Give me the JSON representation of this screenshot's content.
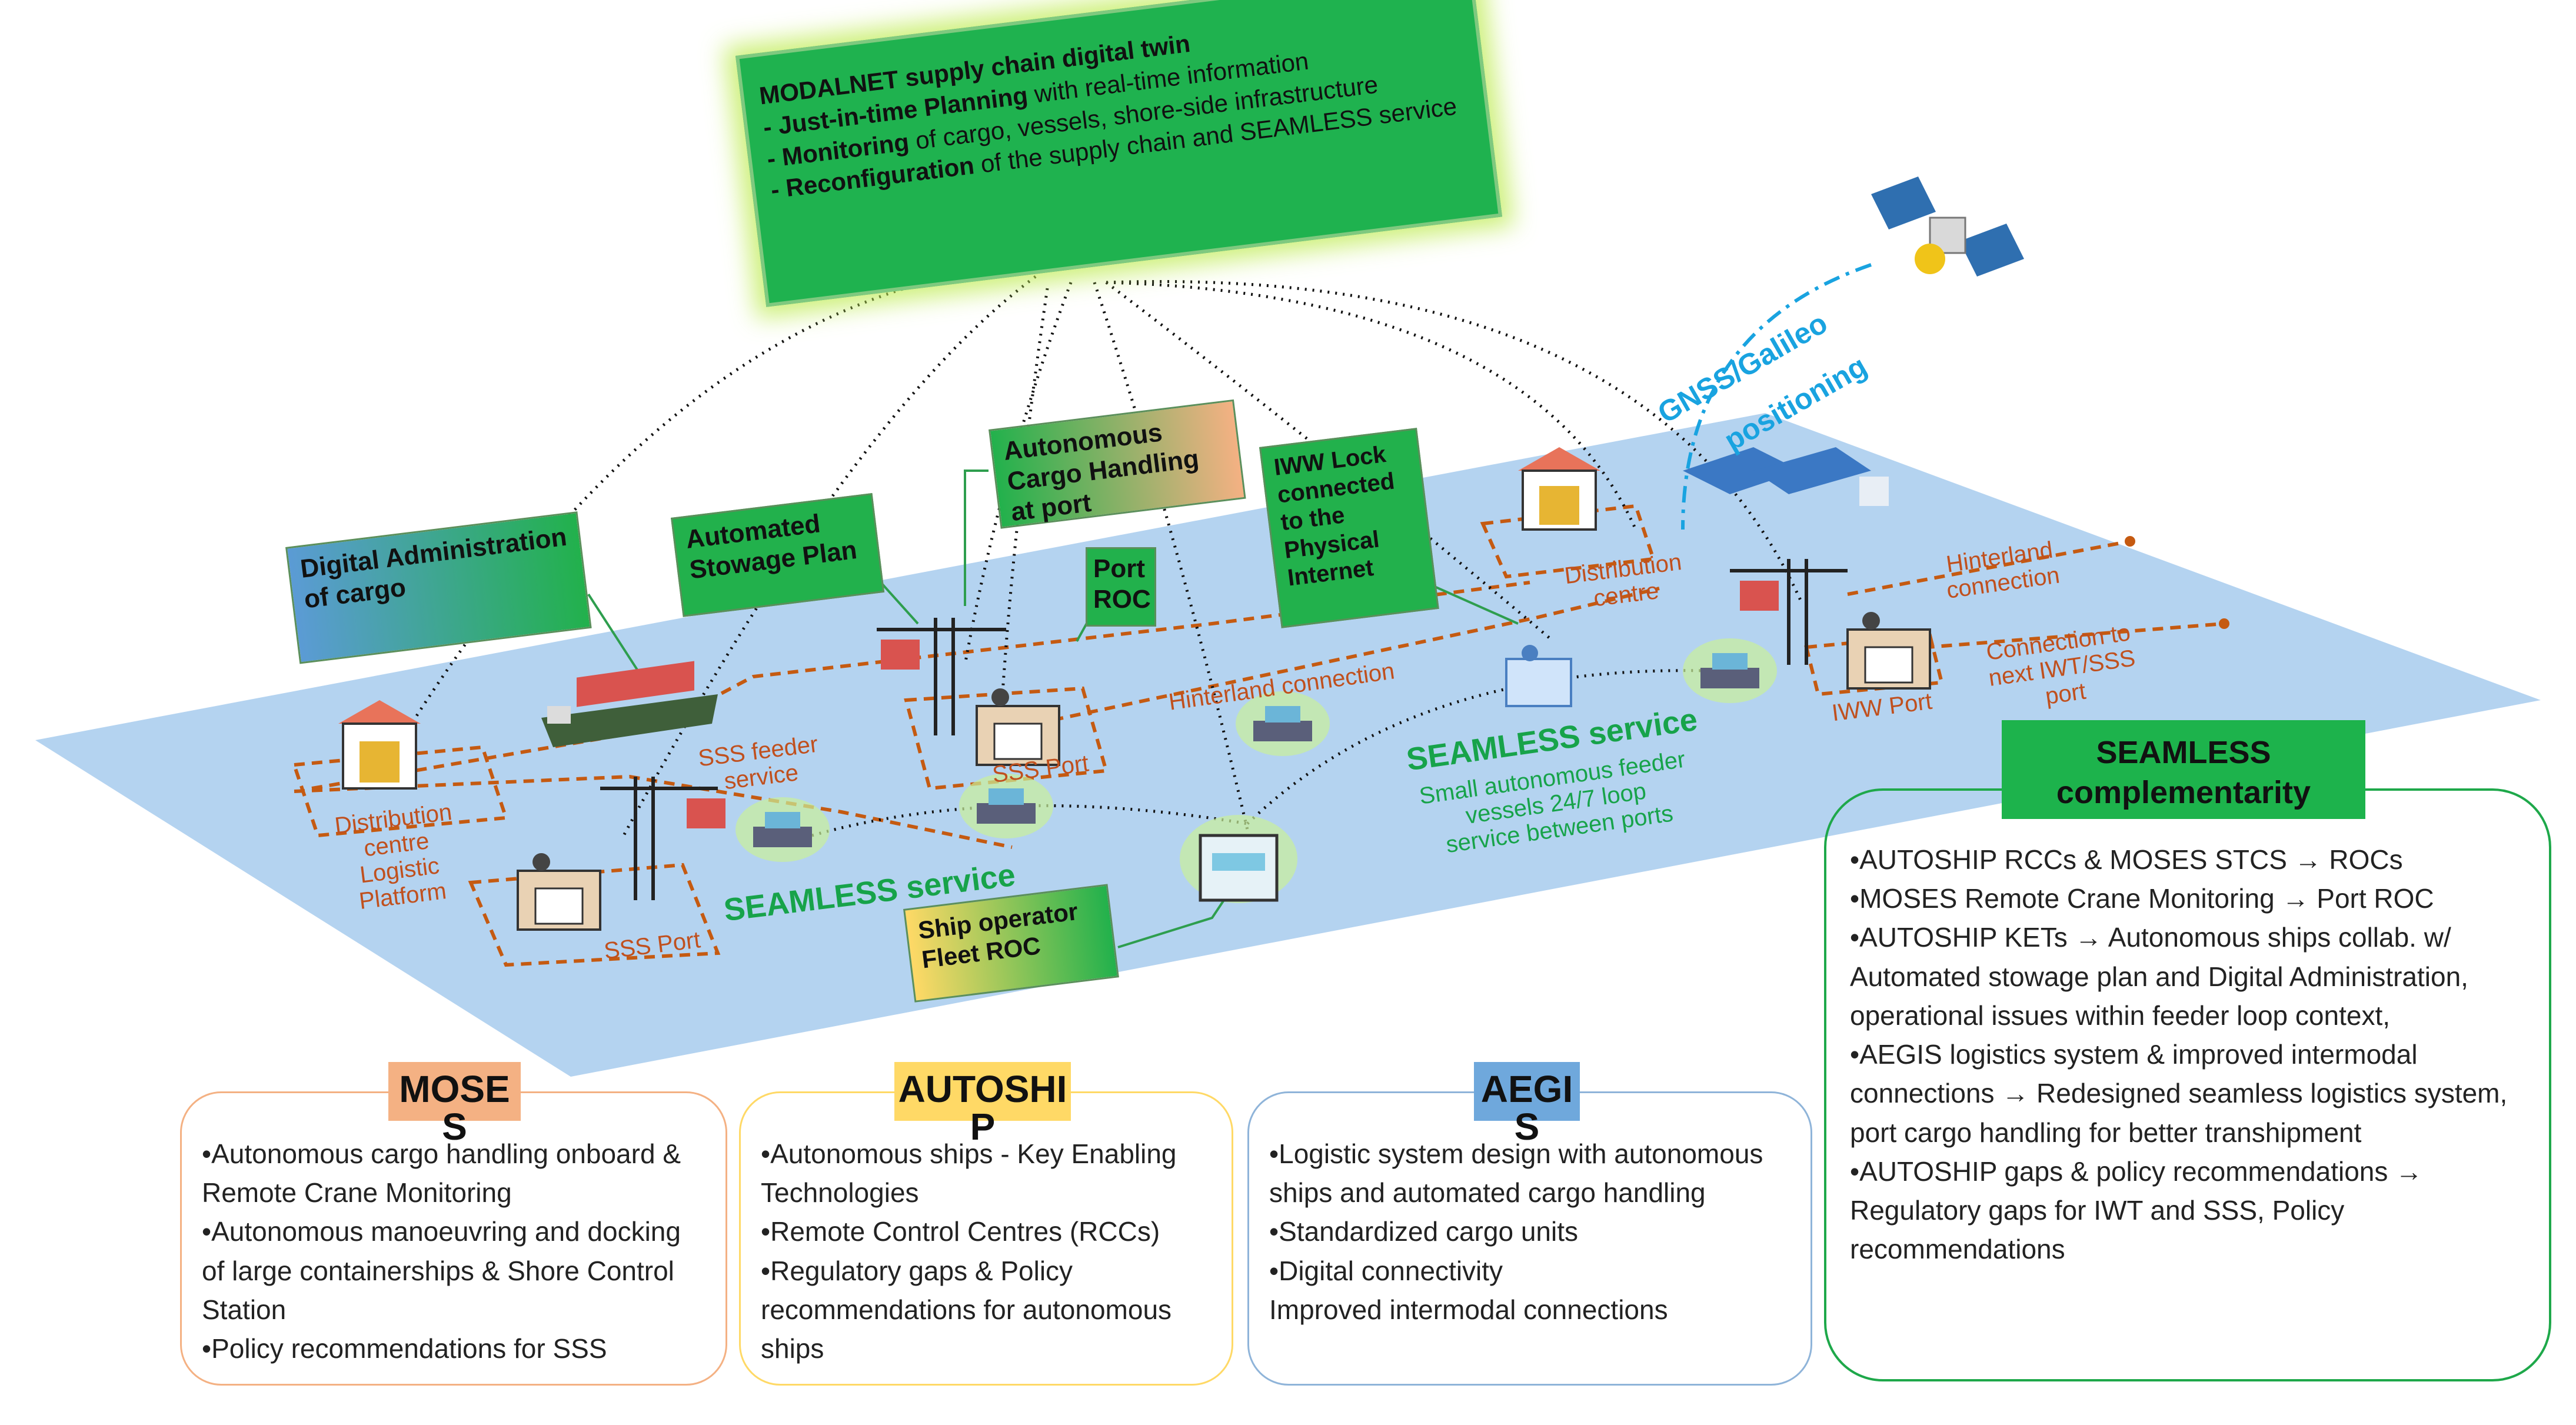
{
  "digital_twin": {
    "title": "MODALNET supply chain digital twin",
    "line1_bold": "- Just-in-time Planning",
    "line1_rest": " with real-time information",
    "line2_bold": "- Monitoring",
    "line2_rest": " of cargo, vessels, shore-side infrastructure",
    "line3_bold": "- Reconfiguration",
    "line3_rest": " of the supply chain and SEAMLESS service"
  },
  "callouts": {
    "digital_admin": "Digital Administration of cargo",
    "stowage": "Automated Stowage Plan",
    "cargo_handling": "Autonomous Cargo Handling at port",
    "port_roc": "Port ROC",
    "iww_lock": "IWW Lock connected to the Physical Internet",
    "fleet_roc": "Ship operator Fleet ROC"
  },
  "map_labels": {
    "distribution_left": "Distribution centre Logistic Platform",
    "sss_feeder": "SSS feeder service",
    "sss_port_left": "SSS Port",
    "sss_port_mid": "SSS Port",
    "hinterland_mid": "Hinterland connection",
    "distribution_right": "Distribution centre",
    "hinterland_right": "Hinterland connection",
    "next_port": "Connection to next IWT/SSS port",
    "iww_port": "IWW Port"
  },
  "services": {
    "seamless_left": "SEAMLESS service",
    "seamless_right": "SEAMLESS service",
    "seamless_right_sub": "Small autonomous feeder vessels 24/7 loop service between ports"
  },
  "gnss": {
    "line1": "GNSS/Galileo",
    "line2": "positioning"
  },
  "projects": [
    {
      "title": "MOSES",
      "items": [
        "•Autonomous cargo handling onboard & Remote Crane Monitoring",
        "•Autonomous manoeuvring and docking of large containerships & Shore Control Station",
        "•Policy recommendations for SSS"
      ],
      "color": "#f4b183",
      "border": "#f4b183"
    },
    {
      "title": "AUTOSHIP",
      "items": [
        "•Autonomous ships - Key Enabling Technologies",
        "•Remote Control Centres (RCCs)",
        "•Regulatory gaps & Policy recommendations for autonomous ships"
      ],
      "color": "#ffd966",
      "border": "#ffd966"
    },
    {
      "title": "AEGIS",
      "items": [
        "•Logistic system design with autonomous ships and automated cargo handling",
        "•Standardized cargo units",
        "•Digital connectivity",
        "Improved intermodal connections"
      ],
      "color": "#6fa8dc",
      "border": "#8fb4d9"
    }
  ],
  "complementarity": {
    "title": "SEAMLESS complementarity",
    "items": [
      "•AUTOSHIP RCCs & MOSES STCS → ROCs",
      "•MOSES Remote Crane Monitoring → Port ROC",
      "•AUTOSHIP KETs → Autonomous ships collab. w/ Automated stowage plan and Digital Administration, operational issues within feeder loop context,",
      "•AEGIS logistics system & improved intermodal connections → Redesigned seamless logistics system, port cargo handling for better transhipment",
      "•AUTOSHIP gaps & policy recommendations → Regulatory gaps for IWT and SSS, Policy recommendations"
    ]
  },
  "colors": {
    "sea": "#b4d3f0",
    "callout_green": "#1db34c",
    "route_orange": "#c55a11",
    "service_green": "#17a34a",
    "gnss_blue": "#19a3e0"
  }
}
